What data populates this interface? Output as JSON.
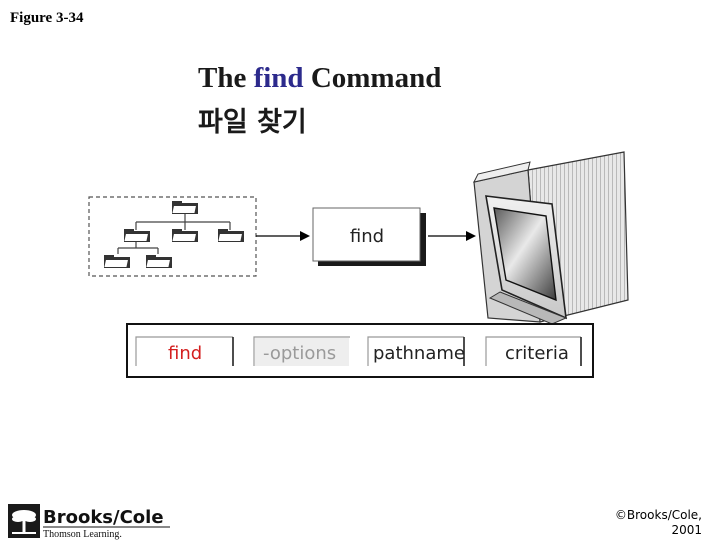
{
  "figure_label": "Figure 3-34",
  "title": {
    "part1": "The ",
    "accent": "find",
    "part2": " Command"
  },
  "subtitle": "파일 찾기",
  "diagram": {
    "command_box": "find",
    "syntax": {
      "command": "find",
      "options": "-options",
      "pathname": "pathname",
      "criteria": "criteria"
    }
  },
  "colors": {
    "accent": "#2c2a8c",
    "command_red": "#d42020",
    "options_gray": "#9a9a9a"
  },
  "publisher": {
    "name": "Brooks/Cole",
    "sub": "Thomson Learning."
  },
  "copyright": {
    "line1": "©Brooks/Cole,",
    "line2": "2001"
  }
}
